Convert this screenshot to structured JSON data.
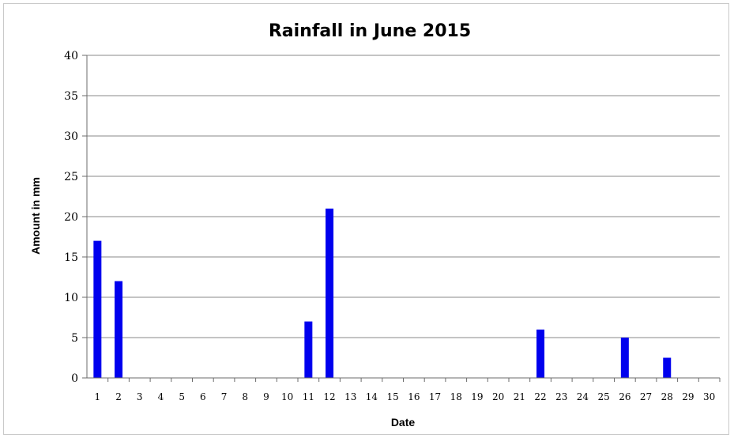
{
  "chart_data": {
    "type": "bar",
    "title": "Rainfall in June 2015",
    "xlabel": "Date",
    "ylabel": "Amount in mm",
    "ylim": [
      0,
      40
    ],
    "yticks": [
      0,
      5,
      10,
      15,
      20,
      25,
      30,
      35,
      40
    ],
    "categories": [
      "1",
      "2",
      "3",
      "4",
      "5",
      "6",
      "7",
      "8",
      "9",
      "10",
      "11",
      "12",
      "13",
      "14",
      "15",
      "16",
      "17",
      "18",
      "19",
      "20",
      "21",
      "22",
      "23",
      "24",
      "25",
      "26",
      "27",
      "28",
      "29",
      "30"
    ],
    "values": [
      17,
      12,
      0,
      0,
      0,
      0,
      0,
      0,
      0,
      0,
      7,
      21,
      0,
      0,
      0,
      0,
      0,
      0,
      0,
      0,
      0,
      6,
      0,
      0,
      0,
      5,
      0,
      2.5,
      0,
      0
    ],
    "grid": true,
    "legend": "none",
    "bar_color": "#0000ee"
  }
}
